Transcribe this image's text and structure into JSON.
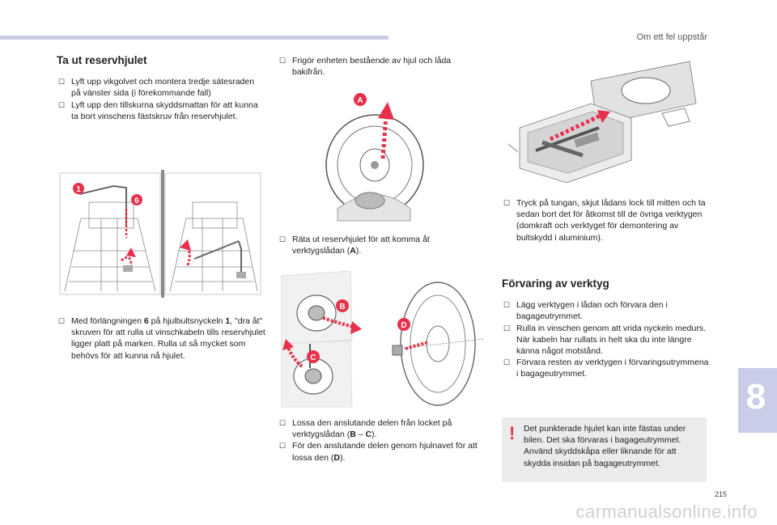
{
  "header": {
    "section": "Om ett fel uppstår"
  },
  "left": {
    "title": "Ta ut reservhjulet",
    "bullets_top": [
      "Lyft upp vikgolvet och montera tredje sätesraden på vänster sida (i förekommande fall)",
      "Lyft upp den tillskurna skyddsmattan för att kunna ta bort vinschens fästskruv från reservhjulet."
    ],
    "bullet_bottom": {
      "pre": "Med förlängningen ",
      "b1": "6",
      "mid": " på hjulbultsnyckeln ",
      "b2": "1",
      "post": ", \"dra åt\" skruven för att rulla ut vinschkabeln tills reservhjulet ligger platt på marken. Rulla ut så mycket som behövs för att kunna nå hjulet."
    },
    "figure_labels": {
      "n1": "1",
      "n6": "6"
    }
  },
  "middle": {
    "bullet_top": "Frigör enheten bestående av hjul och låda bakifrån.",
    "bullet_mid": {
      "pre": "Räta ut reservhjulet för att komma åt verktygslådan (",
      "b": "A",
      "post": ")."
    },
    "bullets_bottom": [
      {
        "pre": "Lossa den anslutande delen från locket på verktygslådan (",
        "b1": "B",
        "mid": " – ",
        "b2": "C",
        "post": ")."
      },
      {
        "pre": "För den anslutande delen genom hjulnavet för att lossa den (",
        "b": "D",
        "post": ")."
      }
    ],
    "figure_labels": {
      "a": "A",
      "b": "B",
      "c": "C",
      "d": "D"
    }
  },
  "right": {
    "bullet_top": "Tryck på tungan, skjut lådans lock till mitten och ta sedan bort det för åtkomst till de övriga verktygen (domkraft och verktyget för demontering av bultskydd i aluminium).",
    "subtitle": "Förvaring av verktyg",
    "bullets": [
      "Lägg verktygen i lådan och förvara den i bagageutrymmet.",
      "Rulla in vinschen genom att vrida nyckeln medurs. När kabeln har rullats in helt ska du inte längre känna något motstånd.",
      "Förvara resten av verktygen i förvaringsutrymmena i bagageutrymmet."
    ],
    "warning": {
      "mark": "!",
      "text": "Det punkterade hjulet kan inte fästas under bilen. Det ska förvaras i bagageutrymmet. Använd skyddskåpa eller liknande för att skydda insidan på bagageutrymmet."
    }
  },
  "chapter": "8",
  "page_number": "215",
  "watermark": "carmanualsonline.info",
  "colors": {
    "accent_bar": "#c9cde8",
    "marker_red": "#e8304b",
    "warning_bg": "#ebebeb"
  }
}
